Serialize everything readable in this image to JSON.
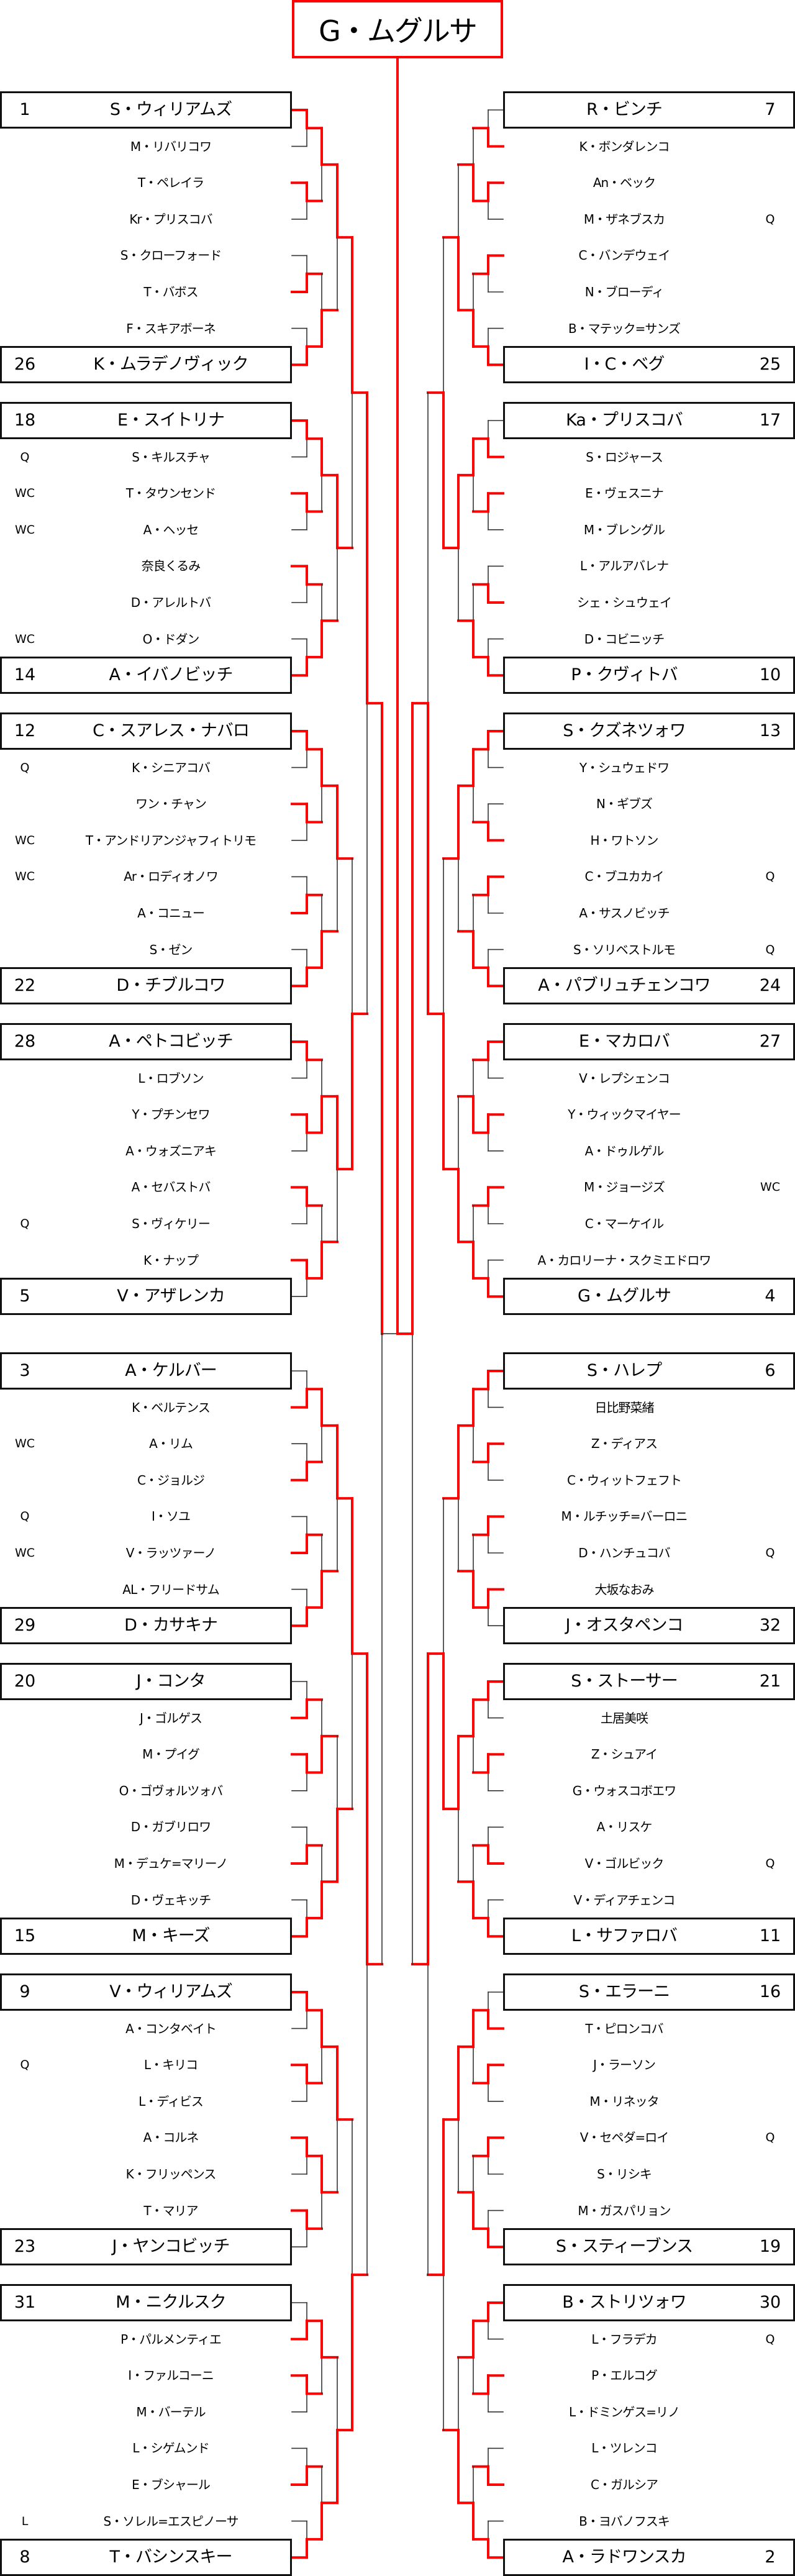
{
  "champion": "G・ムグルサ",
  "colors": {
    "winner_line": "#ff0000",
    "loser_line": "#333333",
    "box_border": "#111111"
  },
  "final_winner": "right",
  "left": {
    "sections": [
      {
        "players": [
          {
            "n": "S・ウィリアムズ",
            "s": "1",
            "m": ""
          },
          {
            "n": "M・リバリコワ",
            "s": "",
            "m": ""
          },
          {
            "n": "T・ペレイラ",
            "s": "",
            "m": ""
          },
          {
            "n": "Kr・プリスコバ",
            "s": "",
            "m": ""
          },
          {
            "n": "S・クローフォード",
            "s": "",
            "m": ""
          },
          {
            "n": "T・バボス",
            "s": "",
            "m": ""
          },
          {
            "n": "F・スキアボーネ",
            "s": "",
            "m": ""
          },
          {
            "n": "K・ムラデノヴィック",
            "s": "26",
            "m": ""
          }
        ],
        "r1": [
          0,
          0,
          1,
          1
        ],
        "r2": [
          0,
          1
        ],
        "r3": [
          0
        ]
      },
      {
        "players": [
          {
            "n": "E・スイトリナ",
            "s": "18",
            "m": ""
          },
          {
            "n": "S・キルスチャ",
            "s": "",
            "m": "Q"
          },
          {
            "n": "T・タウンセンド",
            "s": "",
            "m": "WC"
          },
          {
            "n": "A・ヘッセ",
            "s": "",
            "m": "WC"
          },
          {
            "n": "奈良くるみ",
            "s": "",
            "m": ""
          },
          {
            "n": "D・アレルトバ",
            "s": "",
            "m": ""
          },
          {
            "n": "O・ドダン",
            "s": "",
            "m": "WC"
          },
          {
            "n": "A・イバノビッチ",
            "s": "14",
            "m": ""
          }
        ],
        "r1": [
          0,
          0,
          0,
          1
        ],
        "r2": [
          0,
          1
        ],
        "r3": [
          0
        ]
      },
      {
        "players": [
          {
            "n": "C・スアレス・ナバロ",
            "s": "12",
            "m": ""
          },
          {
            "n": "K・シニアコバ",
            "s": "",
            "m": "Q"
          },
          {
            "n": "ワン・チャン",
            "s": "",
            "m": ""
          },
          {
            "n": "T・アンドリアンジャフィトリモ",
            "s": "",
            "m": "WC"
          },
          {
            "n": "Ar・ロディオノワ",
            "s": "",
            "m": "WC"
          },
          {
            "n": "A・コニュー",
            "s": "",
            "m": ""
          },
          {
            "n": "S・ゼン",
            "s": "",
            "m": ""
          },
          {
            "n": "D・チブルコワ",
            "s": "22",
            "m": ""
          }
        ],
        "r1": [
          0,
          0,
          1,
          1
        ],
        "r2": [
          0,
          1
        ],
        "r3": [
          0
        ]
      },
      {
        "players": [
          {
            "n": "A・ペトコビッチ",
            "s": "28",
            "m": ""
          },
          {
            "n": "L・ロブソン",
            "s": "",
            "m": ""
          },
          {
            "n": "Y・プチンセワ",
            "s": "",
            "m": ""
          },
          {
            "n": "A・ウォズニアキ",
            "s": "",
            "m": ""
          },
          {
            "n": "A・セバストバ",
            "s": "",
            "m": ""
          },
          {
            "n": "S・ヴィケリー",
            "s": "",
            "m": "Q"
          },
          {
            "n": "K・ナップ",
            "s": "",
            "m": ""
          },
          {
            "n": "V・アザレンカ",
            "s": "5",
            "m": ""
          }
        ],
        "r1": [
          0,
          0,
          0,
          0
        ],
        "r2": [
          1,
          1
        ],
        "r3": [
          0
        ]
      },
      {
        "players": [
          {
            "n": "A・ケルバー",
            "s": "3",
            "m": ""
          },
          {
            "n": "K・ベルテンス",
            "s": "",
            "m": ""
          },
          {
            "n": "A・リム",
            "s": "",
            "m": "WC"
          },
          {
            "n": "C・ジョルジ",
            "s": "",
            "m": ""
          },
          {
            "n": "I・ソユ",
            "s": "",
            "m": "Q"
          },
          {
            "n": "V・ラッツァーノ",
            "s": "",
            "m": "WC"
          },
          {
            "n": "AL・フリードサム",
            "s": "",
            "m": ""
          },
          {
            "n": "D・カサキナ",
            "s": "29",
            "m": ""
          }
        ],
        "r1": [
          1,
          1,
          1,
          1
        ],
        "r2": [
          0,
          1
        ],
        "r3": [
          0
        ]
      },
      {
        "players": [
          {
            "n": "J・コンタ",
            "s": "20",
            "m": ""
          },
          {
            "n": "J・ゴルゲス",
            "s": "",
            "m": ""
          },
          {
            "n": "M・プイグ",
            "s": "",
            "m": ""
          },
          {
            "n": "O・ゴヴォルツォバ",
            "s": "",
            "m": ""
          },
          {
            "n": "D・ガブリロワ",
            "s": "",
            "m": ""
          },
          {
            "n": "M・デュケ=マリーノ",
            "s": "",
            "m": ""
          },
          {
            "n": "D・ヴェキッチ",
            "s": "",
            "m": ""
          },
          {
            "n": "M・キーズ",
            "s": "15",
            "m": ""
          }
        ],
        "r1": [
          1,
          0,
          1,
          1
        ],
        "r2": [
          1,
          1
        ],
        "r3": [
          1
        ]
      },
      {
        "players": [
          {
            "n": "V・ウィリアムズ",
            "s": "9",
            "m": ""
          },
          {
            "n": "A・コンタベイト",
            "s": "",
            "m": ""
          },
          {
            "n": "L・キリコ",
            "s": "",
            "m": "Q"
          },
          {
            "n": "L・ディビス",
            "s": "",
            "m": ""
          },
          {
            "n": "A・コルネ",
            "s": "",
            "m": ""
          },
          {
            "n": "K・フリッペンス",
            "s": "",
            "m": ""
          },
          {
            "n": "T・マリア",
            "s": "",
            "m": ""
          },
          {
            "n": "J・ヤンコビッチ",
            "s": "23",
            "m": ""
          }
        ],
        "r1": [
          0,
          0,
          0,
          0
        ],
        "r2": [
          0,
          0
        ],
        "r3": [
          0
        ]
      },
      {
        "players": [
          {
            "n": "M・ニクルスク",
            "s": "31",
            "m": ""
          },
          {
            "n": "P・パルメンティエ",
            "s": "",
            "m": ""
          },
          {
            "n": "I・ファルコーニ",
            "s": "",
            "m": ""
          },
          {
            "n": "M・バーテル",
            "s": "",
            "m": ""
          },
          {
            "n": "L・シゲムンド",
            "s": "",
            "m": ""
          },
          {
            "n": "E・ブシャール",
            "s": "",
            "m": ""
          },
          {
            "n": "S・ソレル=エスピノーサ",
            "s": "",
            "m": "L"
          },
          {
            "n": "T・バシンスキー",
            "s": "8",
            "m": ""
          }
        ],
        "r1": [
          1,
          0,
          1,
          1
        ],
        "r2": [
          0,
          1
        ],
        "r3": [
          1
        ]
      }
    ],
    "r4": [
      0,
      1,
      0,
      1
    ],
    "r5": [
      0,
      0
    ],
    "r6": [
      0
    ]
  },
  "right": {
    "sections": [
      {
        "players": [
          {
            "n": "R・ビンチ",
            "s": "7",
            "m": ""
          },
          {
            "n": "K・ボンダレンコ",
            "s": "",
            "m": ""
          },
          {
            "n": "An・ベック",
            "s": "",
            "m": ""
          },
          {
            "n": "M・ザネブスカ",
            "s": "",
            "m": "Q"
          },
          {
            "n": "C・バンデウェイ",
            "s": "",
            "m": ""
          },
          {
            "n": "N・ブローディ",
            "s": "",
            "m": ""
          },
          {
            "n": "B・マテック=サンズ",
            "s": "",
            "m": ""
          },
          {
            "n": "I・C・ベグ",
            "s": "25",
            "m": ""
          }
        ],
        "r1": [
          1,
          0,
          0,
          1
        ],
        "r2": [
          1,
          1
        ],
        "r3": [
          1
        ]
      },
      {
        "players": [
          {
            "n": "Ka・プリスコバ",
            "s": "17",
            "m": ""
          },
          {
            "n": "S・ロジャース",
            "s": "",
            "m": ""
          },
          {
            "n": "E・ヴェスニナ",
            "s": "",
            "m": ""
          },
          {
            "n": "M・ブレングル",
            "s": "",
            "m": ""
          },
          {
            "n": "L・アルアバレナ",
            "s": "",
            "m": ""
          },
          {
            "n": "シェ・シュウェイ",
            "s": "",
            "m": ""
          },
          {
            "n": "D・コビニッチ",
            "s": "",
            "m": ""
          },
          {
            "n": "P・クヴィトバ",
            "s": "10",
            "m": ""
          }
        ],
        "r1": [
          1,
          0,
          1,
          1
        ],
        "r2": [
          0,
          1
        ],
        "r3": [
          0
        ]
      },
      {
        "players": [
          {
            "n": "S・クズネツォワ",
            "s": "13",
            "m": ""
          },
          {
            "n": "Y・シュウェドワ",
            "s": "",
            "m": ""
          },
          {
            "n": "N・ギブズ",
            "s": "",
            "m": ""
          },
          {
            "n": "H・ワトソン",
            "s": "",
            "m": ""
          },
          {
            "n": "C・ブユカカイ",
            "s": "",
            "m": "Q"
          },
          {
            "n": "A・サスノビッチ",
            "s": "",
            "m": ""
          },
          {
            "n": "S・ソリベストルモ",
            "s": "",
            "m": "Q"
          },
          {
            "n": "A・パブリュチェンコワ",
            "s": "24",
            "m": ""
          }
        ],
        "r1": [
          0,
          1,
          0,
          1
        ],
        "r2": [
          0,
          1
        ],
        "r3": [
          0
        ]
      },
      {
        "players": [
          {
            "n": "E・マカロバ",
            "s": "27",
            "m": ""
          },
          {
            "n": "V・レプシェンコ",
            "s": "",
            "m": ""
          },
          {
            "n": "Y・ウィックマイヤー",
            "s": "",
            "m": ""
          },
          {
            "n": "A・ドゥルゲル",
            "s": "",
            "m": ""
          },
          {
            "n": "M・ジョージズ",
            "s": "",
            "m": "WC"
          },
          {
            "n": "C・マーケイル",
            "s": "",
            "m": ""
          },
          {
            "n": "A・カロリーナ・スクミエドロワ",
            "s": "",
            "m": ""
          },
          {
            "n": "G・ムグルサ",
            "s": "4",
            "m": ""
          }
        ],
        "r1": [
          0,
          0,
          0,
          1
        ],
        "r2": [
          1,
          1
        ],
        "r3": [
          1
        ]
      },
      {
        "players": [
          {
            "n": "S・ハレプ",
            "s": "6",
            "m": ""
          },
          {
            "n": "日比野菜緒",
            "s": "",
            "m": ""
          },
          {
            "n": "Z・ディアス",
            "s": "",
            "m": ""
          },
          {
            "n": "C・ウィットフェフト",
            "s": "",
            "m": ""
          },
          {
            "n": "M・ルチッチ=バーロニ",
            "s": "",
            "m": ""
          },
          {
            "n": "D・ハンチュコバ",
            "s": "",
            "m": "Q"
          },
          {
            "n": "大坂なおみ",
            "s": "",
            "m": ""
          },
          {
            "n": "J・オスタペンコ",
            "s": "32",
            "m": ""
          }
        ],
        "r1": [
          0,
          0,
          0,
          0
        ],
        "r2": [
          0,
          1
        ],
        "r3": [
          0
        ]
      },
      {
        "players": [
          {
            "n": "S・ストーサー",
            "s": "21",
            "m": ""
          },
          {
            "n": "土居美咲",
            "s": "",
            "m": ""
          },
          {
            "n": "Z・シュアイ",
            "s": "",
            "m": ""
          },
          {
            "n": "G・ウォスコボエワ",
            "s": "",
            "m": ""
          },
          {
            "n": "A・リスケ",
            "s": "",
            "m": ""
          },
          {
            "n": "V・ゴルビック",
            "s": "",
            "m": "Q"
          },
          {
            "n": "V・ディアチェンコ",
            "s": "",
            "m": ""
          },
          {
            "n": "L・サファロバ",
            "s": "11",
            "m": ""
          }
        ],
        "r1": [
          0,
          0,
          1,
          1
        ],
        "r2": [
          0,
          1
        ],
        "r3": [
          0
        ]
      },
      {
        "players": [
          {
            "n": "S・エラーニ",
            "s": "16",
            "m": ""
          },
          {
            "n": "T・ピロンコバ",
            "s": "",
            "m": ""
          },
          {
            "n": "J・ラーソン",
            "s": "",
            "m": ""
          },
          {
            "n": "M・リネッタ",
            "s": "",
            "m": ""
          },
          {
            "n": "V・セペダ=ロイ",
            "s": "",
            "m": "Q"
          },
          {
            "n": "S・リシキ",
            "s": "",
            "m": ""
          },
          {
            "n": "M・ガスパリョン",
            "s": "",
            "m": ""
          },
          {
            "n": "S・スティーブンス",
            "s": "19",
            "m": ""
          }
        ],
        "r1": [
          1,
          0,
          0,
          1
        ],
        "r2": [
          0,
          1
        ],
        "r3": [
          0
        ]
      },
      {
        "players": [
          {
            "n": "B・ストリツォワ",
            "s": "30",
            "m": ""
          },
          {
            "n": "L・フラデカ",
            "s": "",
            "m": "Q"
          },
          {
            "n": "P・エルコグ",
            "s": "",
            "m": ""
          },
          {
            "n": "L・ドミンゲス=リノ",
            "s": "",
            "m": ""
          },
          {
            "n": "L・ツレンコ",
            "s": "",
            "m": ""
          },
          {
            "n": "C・ガルシア",
            "s": "",
            "m": ""
          },
          {
            "n": "B・ヨバノフスキ",
            "s": "",
            "m": ""
          },
          {
            "n": "A・ラドワンスカ",
            "s": "2",
            "m": ""
          }
        ],
        "r1": [
          0,
          0,
          1,
          1
        ],
        "r2": [
          0,
          1
        ],
        "r3": [
          1
        ]
      }
    ],
    "r4": [
      1,
      1,
      1,
      0
    ],
    "r5": [
      1,
      0
    ],
    "r6": [
      0
    ]
  }
}
